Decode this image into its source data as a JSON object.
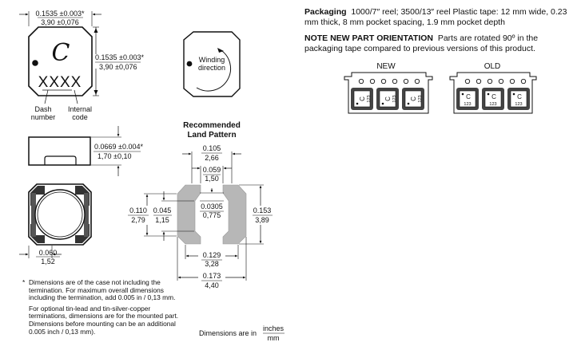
{
  "part": {
    "marking_letter": "C",
    "marking_code": "XXXX",
    "dash_number_label": "Dash\nnumber",
    "internal_code_label": "Internal\ncode",
    "winding_label": "Winding\ndirection"
  },
  "dims": {
    "width_in": "0.1535 ±0.003*",
    "width_mm": "3,90 ±0,076",
    "length_in": "0.1535 ±0.003*",
    "length_mm": "3,90 ±0,076",
    "height_in": "0.0669 ±0.004*",
    "height_mm": "1,70 ±0,10",
    "pad_in": "0.060",
    "pad_mm": "1,52"
  },
  "land": {
    "title_line1": "Recommended",
    "title_line2": "Land Pattern",
    "d1_in": "0.105",
    "d1_mm": "2,66",
    "d2_in": "0.059",
    "d2_mm": "1,50",
    "d3_in": "0.0305",
    "d3_mm": "0,775",
    "d4_in": "0.110",
    "d4_mm": "2,79",
    "d5_in": "0.045",
    "d5_mm": "1,15",
    "d6_in": "0.153",
    "d6_mm": "3,89",
    "d7_in": "0.129",
    "d7_mm": "3,28",
    "d8_in": "0.173",
    "d8_mm": "4,40"
  },
  "units": {
    "prefix": "Dimensions are in",
    "top": "inches",
    "bottom": "mm"
  },
  "footnote": {
    "star": "*",
    "p1": "Dimensions are of the case not including the termination. For maximum overall dimensions including the termination, add 0.005 in / 0,13 mm.",
    "p2": "For optional tin-lead and tin-silver-copper terminations, dimensions are for the mounted part. Dimensions before mounting can be an additional 0.005 inch / 0,13 mm)."
  },
  "packaging": {
    "heading": "Packaging",
    "text": "1000/7″ reel; 3500/13″ reel   Plastic tape: 12 mm wide, 0.23 mm thick, 8 mm pocket spacing, 1.9 mm pocket depth",
    "note_heading": "NOTE NEW PART ORIENTATION",
    "note_text": "Parts are rotated 90º in the packaging tape compared to previous versions of this product.",
    "new_label": "NEW",
    "old_label": "OLD",
    "tape_letter": "C",
    "tape_code": "123"
  }
}
